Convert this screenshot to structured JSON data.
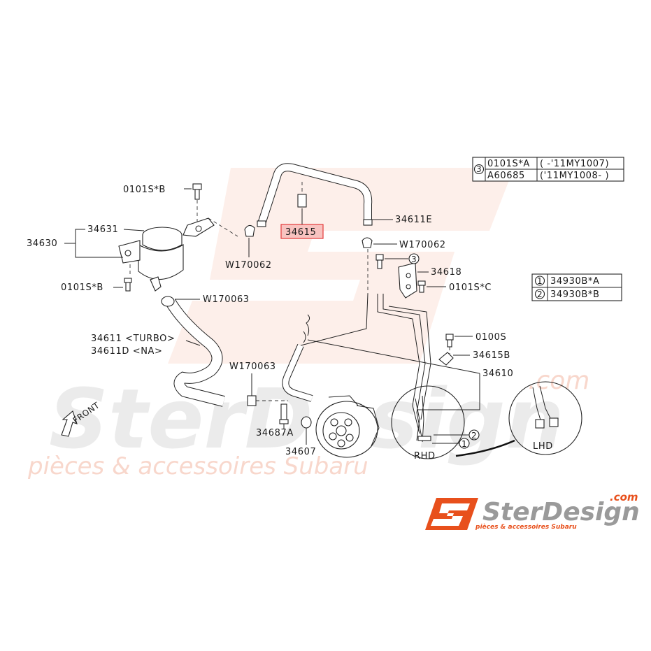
{
  "watermark": {
    "brand": "SterDesign",
    "domain": ".com",
    "tagline": "pièces & accessoires Subaru"
  },
  "logo": {
    "name": "SterDesign",
    "domain": ".com",
    "tagline": "pièces & accessoires Subaru"
  },
  "highlight_color": "#e43b3b",
  "parts": {
    "p34630": "34630",
    "p34631": "34631",
    "p0101SB_top": "0101S*B",
    "p0101SB_bottom": "0101S*B",
    "pW170062_left": "W170062",
    "pW170063_top": "W170063",
    "p34611_turbo": "34611 <TURBO>",
    "p34611D_na": "34611D <NA>",
    "pW170063_bottom": "W170063",
    "p34687A": "34687A",
    "p34607": "34607",
    "p34615": "34615",
    "p34611E": "34611E",
    "pW170062_right": "W170062",
    "p34618": "34618",
    "p0101SC": "0101S*C",
    "p0100S": "0100S",
    "p34615B": "34615B",
    "p34610": "34610",
    "rhd": "RHD",
    "lhd": "LHD",
    "front": "FRONT"
  },
  "legend_3": {
    "num": "3",
    "rows": [
      {
        "part": "0101S*A",
        "range": "( -'11MY1007)"
      },
      {
        "part": "A60685",
        "range": "('11MY1008- )"
      }
    ]
  },
  "legend_12": [
    {
      "num": "1",
      "part": "34930B*A"
    },
    {
      "num": "2",
      "part": "34930B*B"
    }
  ],
  "callouts": {
    "c1": "1",
    "c2": "2",
    "c3": "3"
  }
}
